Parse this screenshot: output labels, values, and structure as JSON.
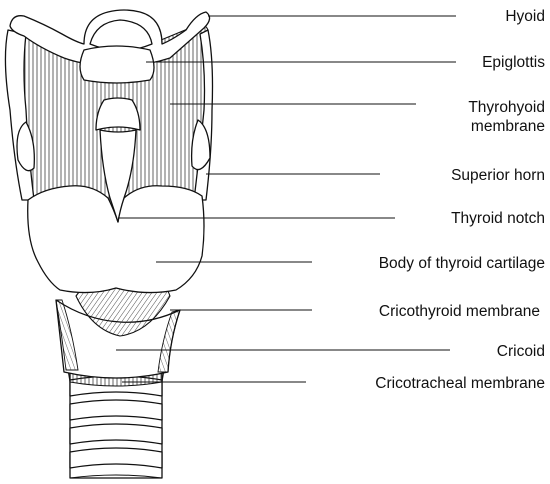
{
  "labels": {
    "hyoid": "Hyoid",
    "epiglottis": "Epiglottis",
    "thyrohyoid_line1": "Thyrohyoid",
    "thyrohyoid_line2": "membrane",
    "superior_horn": "Superior horn",
    "thyroid_notch": "Thyroid notch",
    "body_thyroid": "Body of thyroid cartilage",
    "cricothyroid": "Cricothyroid membrane",
    "cricoid": "Cricoid",
    "cricotracheal": "Cricotracheal membrane"
  }
}
